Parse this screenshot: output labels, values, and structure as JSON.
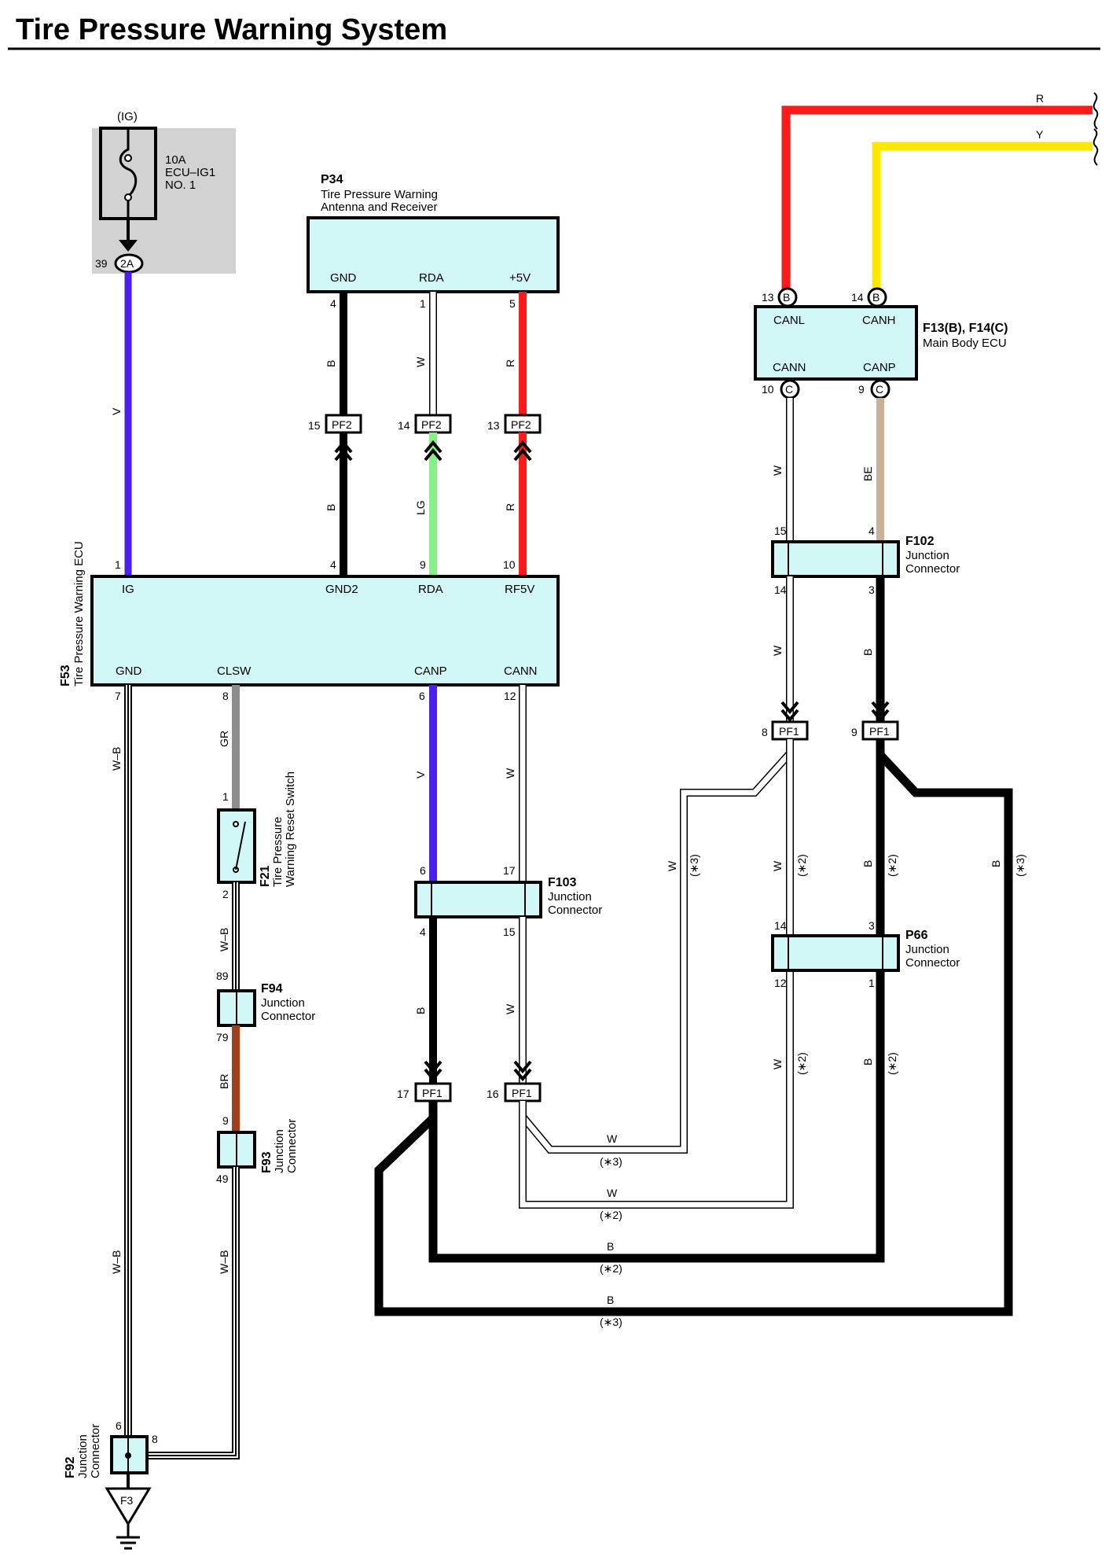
{
  "title": "Tire Pressure Warning System",
  "fuse": {
    "supply": "(IG)",
    "amp": "10A",
    "name": "ECU–IG1",
    "num": "NO. 1",
    "pin": "39",
    "connector": "2A"
  },
  "p34": {
    "code": "P34",
    "desc1": "Tire Pressure Warning",
    "desc2": "Antenna and Receiver",
    "pins": [
      {
        "label": "GND",
        "num": "4"
      },
      {
        "label": "RDA",
        "num": "1"
      },
      {
        "label": "+5V",
        "num": "5"
      }
    ]
  },
  "f53": {
    "code": "F53",
    "desc": "Tire Pressure Warning ECU",
    "top_pins": [
      {
        "label": "IG",
        "num": "1"
      },
      {
        "label": "GND2",
        "num": "4"
      },
      {
        "label": "RDA",
        "num": "9"
      },
      {
        "label": "RF5V",
        "num": "10"
      }
    ],
    "bottom_pins": [
      {
        "label": "GND",
        "num": "7"
      },
      {
        "label": "CLSW",
        "num": "8"
      },
      {
        "label": "CANP",
        "num": "6"
      },
      {
        "label": "CANN",
        "num": "12"
      }
    ]
  },
  "main_ecu": {
    "code": "F13(B), F14(C)",
    "desc": "Main Body ECU",
    "pins": [
      {
        "label": "CANL",
        "num": "13",
        "conn": "B"
      },
      {
        "label": "CANH",
        "num": "14",
        "conn": "B"
      },
      {
        "label": "CANN",
        "num": "10",
        "conn": "C"
      },
      {
        "label": "CANP",
        "num": "9",
        "conn": "C"
      }
    ]
  },
  "f102": {
    "code": "F102",
    "desc1": "Junction",
    "desc2": "Connector",
    "pins": [
      "15",
      "4",
      "14",
      "3"
    ]
  },
  "f103": {
    "code": "F103",
    "desc1": "Junction",
    "desc2": "Connector",
    "pins": [
      "6",
      "17",
      "4",
      "15"
    ]
  },
  "p66": {
    "code": "P66",
    "desc1": "Junction",
    "desc2": "Connector",
    "pins": [
      "14",
      "3",
      "12",
      "1"
    ]
  },
  "f94": {
    "code": "F94",
    "desc1": "Junction",
    "desc2": "Connector",
    "pins": [
      "89",
      "79"
    ]
  },
  "f93": {
    "code": "F93",
    "desc1": "Junction",
    "desc2": "Connector",
    "pins": [
      "9",
      "49"
    ]
  },
  "f92": {
    "code": "F92",
    "desc1": "Junction",
    "desc2": "Connector",
    "pins": [
      "6",
      "8"
    ]
  },
  "f21": {
    "code": "F21",
    "desc1": "Tire Pressure",
    "desc2": "Warning Reset Switch",
    "pins": [
      "1",
      "2"
    ]
  },
  "ground": {
    "label": "F3"
  },
  "pf2": {
    "label": "PF2",
    "pins": [
      "15",
      "14",
      "13"
    ]
  },
  "pf1": {
    "label": "PF1",
    "pins": [
      "8",
      "9",
      "17",
      "16"
    ]
  },
  "wire_colors": {
    "V": "V",
    "B": "B",
    "W": "W",
    "R": "R",
    "LG": "LG",
    "Y": "Y",
    "BE": "BE",
    "GR": "GR",
    "BR": "BR",
    "WB": "W–B"
  },
  "notes": {
    "n2": "(∗2)",
    "n3": "(∗3)"
  },
  "palette": {
    "V": "#4a1ff0",
    "B": "#000000",
    "R": "#ff1a1a",
    "Y": "#ffe800",
    "LG": "#88ee88",
    "BE": "#c8b09a",
    "GR": "#8c8c8c",
    "BR": "#a0401a",
    "W": "#ffffff",
    "box": "#d2f7f7",
    "fuse_bg": "#d2d2d2"
  }
}
